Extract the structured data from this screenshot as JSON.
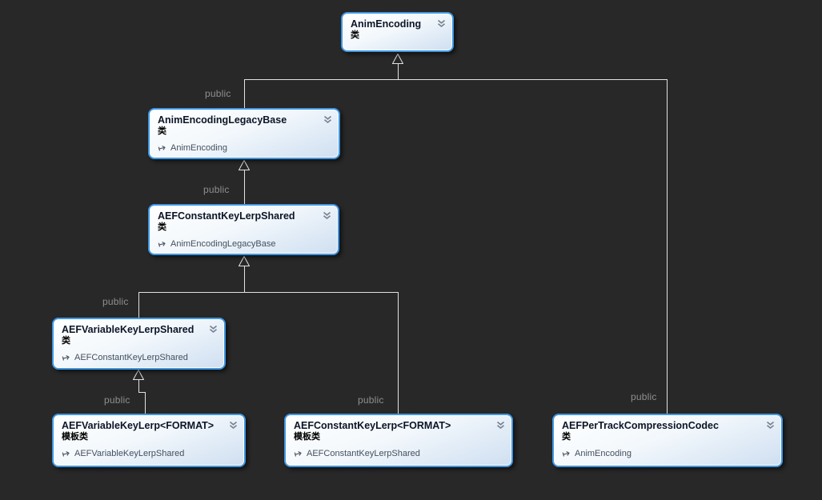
{
  "diagram": {
    "kind_label_class": "类",
    "kind_label_template_class": "模板类",
    "colors": {
      "background": "#282828",
      "node_border": "#3e97e3",
      "node_gradient_top": "#ffffff",
      "node_gradient_bottom": "#cfdff1",
      "connector": "#e2e2e2",
      "edge_label": "#8f8f8f",
      "title_text": "#0c1526",
      "base_text": "#44505e"
    },
    "nodes": [
      {
        "title": "AnimEncoding",
        "kind": "类",
        "base": ""
      },
      {
        "title": "AnimEncodingLegacyBase",
        "kind": "类",
        "base": "AnimEncoding"
      },
      {
        "title": "AEFConstantKeyLerpShared",
        "kind": "类",
        "base": "AnimEncodingLegacyBase"
      },
      {
        "title": "AEFVariableKeyLerpShared",
        "kind": "类",
        "base": "AEFConstantKeyLerpShared"
      },
      {
        "title": "AEFVariableKeyLerp<FORMAT>",
        "kind": "模板类",
        "base": "AEFVariableKeyLerpShared"
      },
      {
        "title": "AEFConstantKeyLerp<FORMAT>",
        "kind": "模板类",
        "base": "AEFConstantKeyLerpShared"
      },
      {
        "title": "AEFPerTrackCompressionCodec",
        "kind": "类",
        "base": "AnimEncoding"
      }
    ],
    "edges": [
      {
        "from": "AnimEncodingLegacyBase",
        "to": "AnimEncoding",
        "access": "public"
      },
      {
        "from": "AEFConstantKeyLerpShared",
        "to": "AnimEncodingLegacyBase",
        "access": "public"
      },
      {
        "from": "AEFVariableKeyLerpShared",
        "to": "AEFConstantKeyLerpShared",
        "access": "public"
      },
      {
        "from": "AEFVariableKeyLerp<FORMAT>",
        "to": "AEFVariableKeyLerpShared",
        "access": "public"
      },
      {
        "from": "AEFConstantKeyLerp<FORMAT>",
        "to": "AEFConstantKeyLerpShared",
        "access": "public"
      },
      {
        "from": "AEFPerTrackCompressionCodec",
        "to": "AnimEncoding",
        "access": "public"
      }
    ],
    "icons": {
      "collapse": "chevron-double-down",
      "inheritance": "arrow-to-base"
    }
  }
}
